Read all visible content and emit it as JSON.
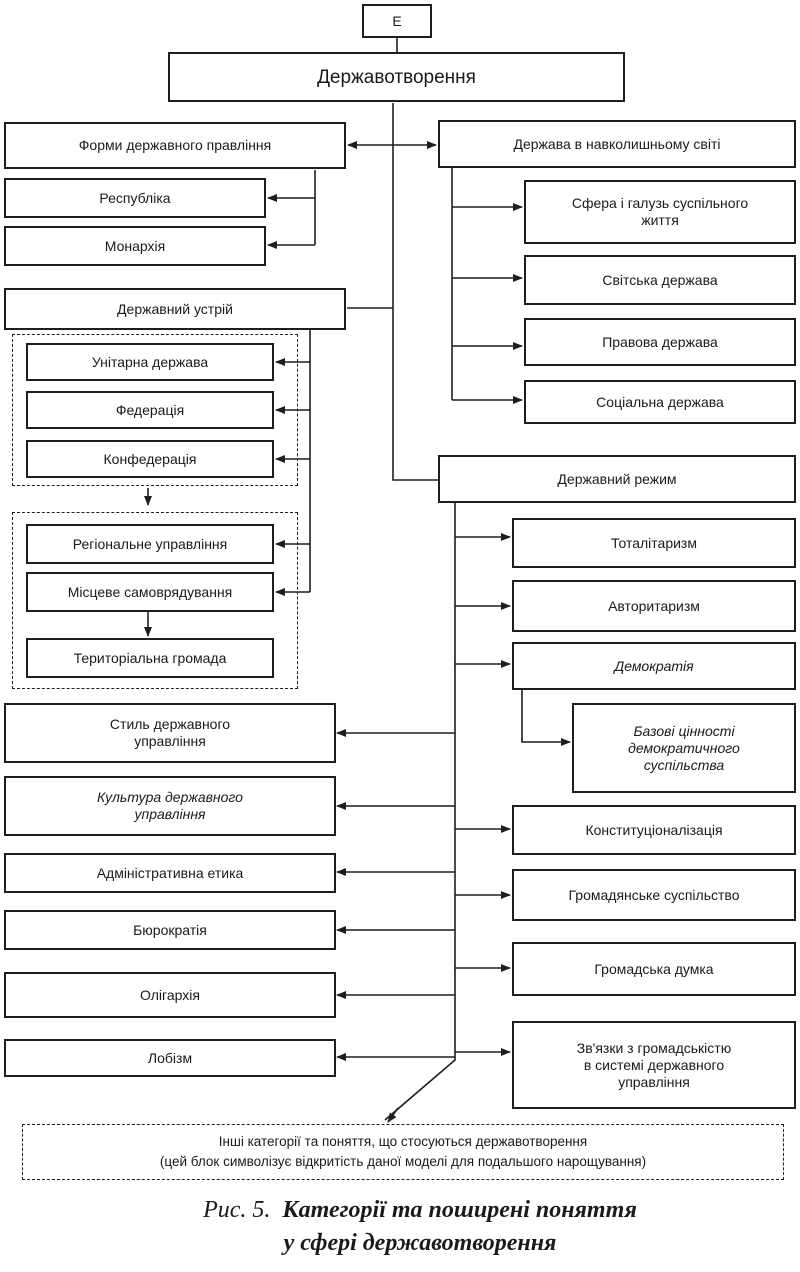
{
  "top_label": "Е",
  "root": "Державотворення",
  "left": {
    "forms": "Форми державного правління",
    "republic": "Республіка",
    "monarchy": "Монархія",
    "structure": "Державний устрій",
    "unitary": "Унітарна держава",
    "federation": "Федерація",
    "confederation": "Конфедерація",
    "regional": "Регіональне управління",
    "local": "Місцеве самоврядування",
    "community": "Територіальна громада",
    "style": "Стиль державного\nуправління",
    "culture": "Культура державного\nуправління",
    "ethics": "Адміністративна етика",
    "bureaucracy": "Бюрократія",
    "oligarchy": "Олігархія",
    "lobbyism": "Лобізм"
  },
  "right": {
    "world": "Держава в навколишньому світі",
    "sphere": "Сфера і галузь суспільного\nжиття",
    "secular": "Світська держава",
    "legal": "Правова держава",
    "social": "Соціальна держава",
    "regime": "Державний режим",
    "totalitarianism": "Тоталітаризм",
    "authoritarianism": "Авторитаризм",
    "democracy": "Демократія",
    "values": "Базові цінності\nдемократичного\nсуспільства",
    "constitutionalization": "Конституціоналізація",
    "civil_society": "Громадянське  суспільство",
    "public_opinion": "Громадська думка",
    "relations": "Зв'язки з громадськістю\nв системі державного\nуправління"
  },
  "bottom": {
    "line1": "Інші категорії та поняття, що стосуються державотворення",
    "line2": "(цей блок символізує відкритість даної моделі для подальшого нарощування)"
  },
  "caption": {
    "number": "Рис. 5.",
    "title_line1": "Категорії та поширені поняття",
    "title_line2": "у сфері державотворення"
  }
}
